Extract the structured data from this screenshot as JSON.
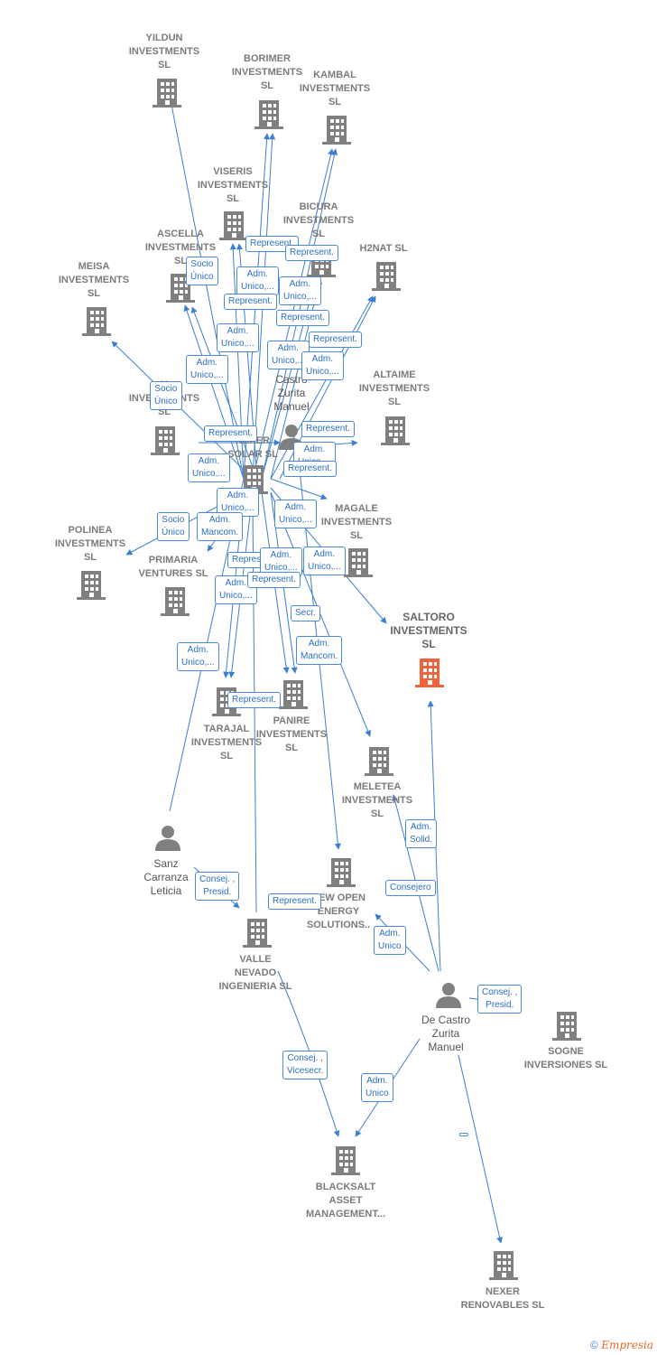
{
  "colors": {
    "node": "#808080",
    "focus": "#f0643c",
    "edge": "#3b7fd1"
  },
  "nodes": [
    {
      "id": "yildun",
      "label": "YILDUN\nINVESTMENTS\nSL",
      "icon": "building-icon"
    },
    {
      "id": "borimer",
      "label": "BORIMER\nINVESTMENTS\nSL",
      "icon": "building-icon"
    },
    {
      "id": "kambal",
      "label": "KAMBAL\nINVESTMENTS\nSL",
      "icon": "building-icon"
    },
    {
      "id": "viseris",
      "label": "VISERIS\nINVESTMENTS\nSL",
      "icon": "building-icon"
    },
    {
      "id": "bicura",
      "label": "BICURA\nINVESTMENTS\nSL",
      "icon": "building-icon"
    },
    {
      "id": "ascella",
      "label": "ASCELLA\nINVESTMENTS\nSL",
      "icon": "building-icon"
    },
    {
      "id": "h2nat",
      "label": "H2NAT  SL",
      "icon": "building-icon"
    },
    {
      "id": "meisa",
      "label": "MEISA\nINVESTMENTS\nSL",
      "icon": "building-icon"
    },
    {
      "id": "kinvest",
      "label": "K\nINVESTMENTS\nSL",
      "icon": "building-icon"
    },
    {
      "id": "altaime",
      "label": "ALTAIME\nINVESTMENTS\nSL",
      "icon": "building-icon"
    },
    {
      "id": "castro_top",
      "label": "Castro\nZurita\nManuel",
      "icon": "person-icon"
    },
    {
      "id": "nexer_solar",
      "label": "NEXER\nSOLAR  SL",
      "icon": "building-icon"
    },
    {
      "id": "magale",
      "label": "MAGALE\nINVESTMENTS\nSL",
      "icon": "building-icon"
    },
    {
      "id": "polinea",
      "label": "POLINEA\nINVESTMENTS\nSL",
      "icon": "building-icon"
    },
    {
      "id": "primaria",
      "label": "PRIMARIA\nVENTURES SL",
      "icon": "building-icon"
    },
    {
      "id": "saltoro",
      "label": "SALTORO\nINVESTMENTS\nSL",
      "icon": "building-icon"
    },
    {
      "id": "tarajal",
      "label": "TARAJAL\nINVESTMENTS\nSL",
      "icon": "building-icon"
    },
    {
      "id": "panire",
      "label": "PANIRE\nINVESTMENTS\nSL",
      "icon": "building-icon"
    },
    {
      "id": "meletea",
      "label": "MELETEA\nINVESTMENTS\nSL",
      "icon": "building-icon"
    },
    {
      "id": "sanz",
      "label": "Sanz\nCarranza\nLeticia",
      "icon": "person-icon"
    },
    {
      "id": "newopen",
      "label": "NEW OPEN\nENERGY\nSOLUTIONS..",
      "icon": "building-icon"
    },
    {
      "id": "valle",
      "label": "VALLE\nNEVADO\nINGENIERIA SL",
      "icon": "building-icon"
    },
    {
      "id": "decastro",
      "label": "De Castro\nZurita\nManuel",
      "icon": "person-icon"
    },
    {
      "id": "sogne",
      "label": "SOGNE\nINVERSIONES SL",
      "icon": "building-icon"
    },
    {
      "id": "blacksalt",
      "label": "BLACKSALT\nASSET\nMANAGEMENT...",
      "icon": "building-icon"
    },
    {
      "id": "nexer_ren",
      "label": "NEXER\nRENOVABLES SL",
      "icon": "building-icon"
    }
  ],
  "edge_labels": [
    {
      "id": "e1",
      "text": "Represent."
    },
    {
      "id": "e2",
      "text": "Represent."
    },
    {
      "id": "e3",
      "text": "Socio\nÚnico"
    },
    {
      "id": "e4",
      "text": "Adm.\nUnico,..."
    },
    {
      "id": "e5",
      "text": "Adm.\nUnico,..."
    },
    {
      "id": "e6",
      "text": "Represent."
    },
    {
      "id": "e7",
      "text": "Represent."
    },
    {
      "id": "e8",
      "text": "Adm.\nUnico,..."
    },
    {
      "id": "e9",
      "text": "Represent."
    },
    {
      "id": "e10",
      "text": "Adm.\nUnico,..."
    },
    {
      "id": "e11",
      "text": "Adm.\nUnico,..."
    },
    {
      "id": "e12",
      "text": "Adm.\nUnico,..."
    },
    {
      "id": "e13",
      "text": "Socio\nÚnico"
    },
    {
      "id": "e14",
      "text": "Represent."
    },
    {
      "id": "e15",
      "text": "Represent."
    },
    {
      "id": "e16",
      "text": "Adm.\nUnico,..."
    },
    {
      "id": "e17",
      "text": "Adm.\nUnico,..."
    },
    {
      "id": "e18",
      "text": "Represent."
    },
    {
      "id": "e19",
      "text": "Adm.\nUnico,..."
    },
    {
      "id": "e20",
      "text": "Socio\nÚnico"
    },
    {
      "id": "e21",
      "text": "Adm.\nMancom."
    },
    {
      "id": "e22",
      "text": "Adm.\nUnico,..."
    },
    {
      "id": "e23",
      "text": "Represent."
    },
    {
      "id": "e24",
      "text": "Adm.\nUnico,..."
    },
    {
      "id": "e25",
      "text": "Adm.\nUnico,..."
    },
    {
      "id": "e26",
      "text": "Adm.\nUnico,..."
    },
    {
      "id": "e27",
      "text": "Represent."
    },
    {
      "id": "e28",
      "text": "Adm.\nUnico,..."
    },
    {
      "id": "e29",
      "text": "Secr."
    },
    {
      "id": "e30",
      "text": "Adm.\nMancom."
    },
    {
      "id": "e31",
      "text": "Represent."
    },
    {
      "id": "e32",
      "text": "Adm.\nSolid."
    },
    {
      "id": "e33",
      "text": "Consej. ,\nPresid."
    },
    {
      "id": "e34",
      "text": "Represent."
    },
    {
      "id": "e35",
      "text": "Consejero"
    },
    {
      "id": "e36",
      "text": "Adm.\nUnico"
    },
    {
      "id": "e37",
      "text": "Consej. ,\nPresid."
    },
    {
      "id": "e38",
      "text": "Consej. ,\nVicesecr."
    },
    {
      "id": "e39",
      "text": "Adm.\nUnico"
    }
  ],
  "footer": {
    "copyright": "©",
    "brand": "Empresia"
  }
}
